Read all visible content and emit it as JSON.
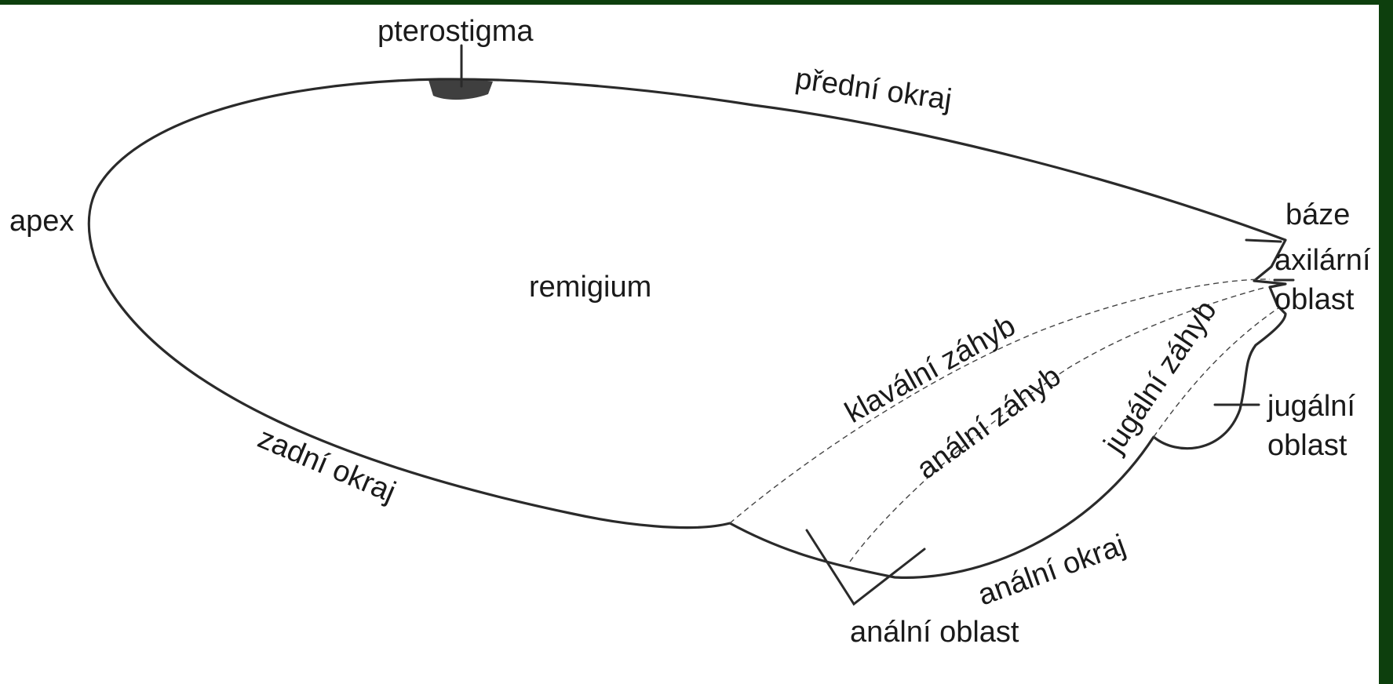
{
  "diagram": {
    "labels": {
      "pterostigma": "pterostigma",
      "predni_okraj": "přední okraj",
      "apex": "apex",
      "baze": "báze",
      "axilarni_line1": "axilární",
      "axilarni_line2": "oblast",
      "remigium": "remigium",
      "klavalni_zahyb": "klavální záhyb",
      "analni_zahyb": "anální záhyb",
      "jugalni_zahyb": "jugální záhyb",
      "jugalni_line1": "jugální",
      "jugalni_line2": "oblast",
      "zadni_okraj": "zadní okraj",
      "analni_okraj": "anální okraj",
      "analni_oblast": "anální oblast"
    },
    "colors": {
      "background": "#0d3f0d",
      "paper": "#ffffff",
      "ink": "#2a2a2a"
    }
  }
}
